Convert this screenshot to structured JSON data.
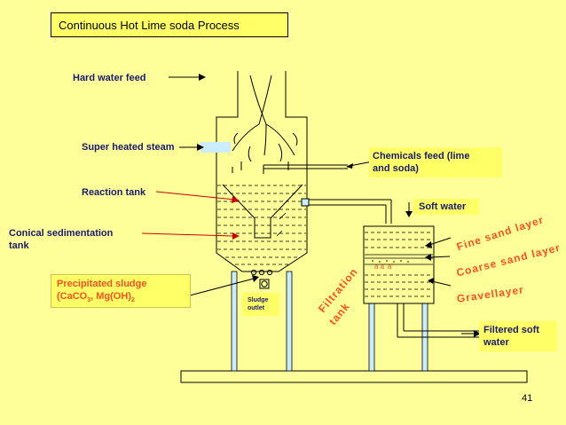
{
  "title": "Continuous Hot Lime soda Process",
  "labels": {
    "hard_water_feed": "Hard water feed",
    "super_heated_steam": "Super heated steam",
    "reaction_tank": "Reaction tank",
    "conical_sedimentation_1": "Conical sedimentation",
    "conical_sedimentation_2": "tank",
    "precipitated_sludge_1": "Precipitated sludge",
    "precipitated_sludge_2a": "(CaCO",
    "precipitated_sludge_2b": "3",
    "precipitated_sludge_2c": ", Mg(OH)",
    "precipitated_sludge_2d": "2",
    "sludge_outlet_1": "Sludge",
    "sludge_outlet_2": "outlet",
    "chemicals_feed_1": "Chemicals feed (lime",
    "chemicals_feed_2": "and soda)",
    "soft_water": "Soft water",
    "fine_sand_layer": "Fine sand layer",
    "coarse_sand_layer": "Coarse sand layer",
    "gravel_layer": "Gravellayer",
    "filtration_1": "Filtration",
    "filtration_2": "tank",
    "filtered_soft_1": "Filtered soft",
    "filtered_soft_2": "water"
  },
  "page_number": "41",
  "colors": {
    "background": "#FFFF99",
    "label_box": "#FFFF66",
    "steam_box": "#CCECFF",
    "label_text": "#1a1a6e",
    "orange_text": "#FF4F1F",
    "leg_fill": "#CCECFF",
    "line": "#000000"
  }
}
